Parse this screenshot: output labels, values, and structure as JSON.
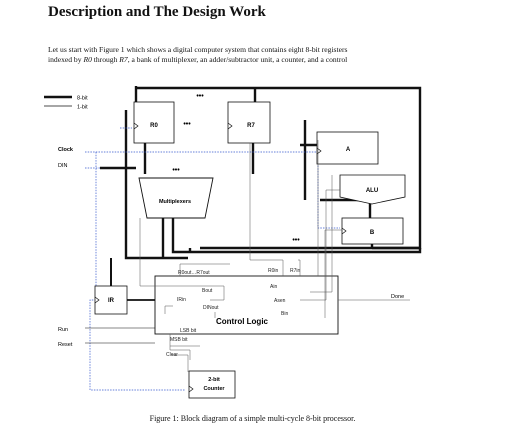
{
  "document": {
    "heading": "Description and The Design Work",
    "paragraph": {
      "text_before_r0": "Let us start with Figure 1 which shows a digital computer system that contains eight 8-bit registers",
      "line2_a": "indexed by ",
      "r0": "R0",
      "line2_b": " through ",
      "r7": "R7",
      "line2_c": ", a bank of multiplexer, an adder/subtractor unit, a counter, and a control"
    },
    "caption": "Figure 1: Block diagram of a simple multi-cycle 8-bit processor."
  },
  "diagram": {
    "legend": {
      "bus_8bit": "8-bit",
      "wire_1bit": "1-bit"
    },
    "blocks": {
      "r0": "R0",
      "r7": "R7",
      "a": "A",
      "alu": "ALU",
      "b": "B",
      "ir": "IR",
      "multiplexers": "Multiplexers",
      "control_logic": "Control Logic",
      "counter_line1": "2-bit",
      "counter_line2": "Counter"
    },
    "inputs": {
      "clock": "Clock",
      "din": "DIN",
      "run": "Run",
      "reset": "Reset"
    },
    "outputs": {
      "done": "Done"
    },
    "signals": {
      "r0out_r7out": "R0out…R7out",
      "r0in": "R0in",
      "r7in": "R7in",
      "ain": "Ain",
      "bout": "Bout",
      "irin": "IRin",
      "asen": "Asen",
      "dinout": "DINout",
      "bin": "Bin",
      "lsb": "LSB bit",
      "msb": "MSB bit",
      "clear": "Clear"
    },
    "ellipsis": "•••"
  }
}
